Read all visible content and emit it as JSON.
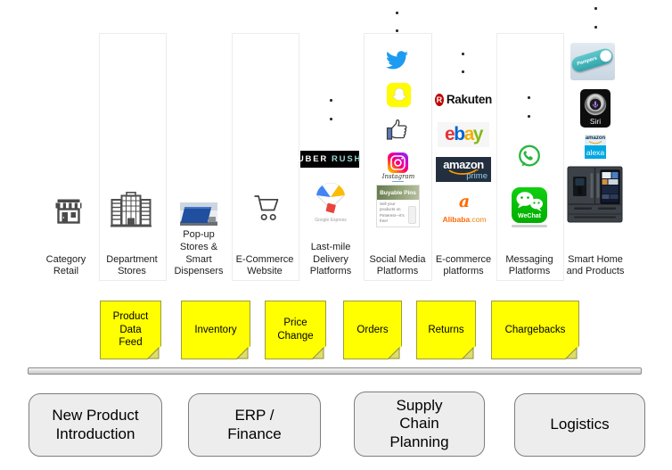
{
  "columns": [
    {
      "label": "Category\nRetail",
      "icon": "storefront-icon"
    },
    {
      "label": "Department\nStores",
      "icon": "department-store-icon"
    },
    {
      "label": "Pop-up\nStores &\nSmart\nDispensers",
      "icon": "popup-store-photo"
    },
    {
      "label": "E-Commerce\nWebsite",
      "icon": "shopping-cart-icon"
    },
    {
      "label": "Last-mile\nDelivery\nPlatforms",
      "icons": [
        "uber-rush-logo",
        "google-express-logo"
      ]
    },
    {
      "label": "Social Media\nPlatforms",
      "icons": [
        "twitter-icon",
        "snapchat-icon",
        "facebook-like-icon",
        "instagram-icon",
        "pinterest-buyable-pins-card"
      ]
    },
    {
      "label": "E-commerce\nplatforms",
      "icons": [
        "rakuten-logo",
        "ebay-logo",
        "amazon-prime-logo",
        "alibaba-logo"
      ]
    },
    {
      "label": "Messaging\nPlatforms",
      "icons": [
        "whatsapp-icon",
        "wechat-icon"
      ]
    },
    {
      "label": "Smart Home\nand Products",
      "icons": [
        "amazon-dash-button",
        "siri-icon",
        "amazon-alexa-logo",
        "samsung-family-hub-fridge"
      ]
    }
  ],
  "logos": {
    "uber": "UBER",
    "rush": "RUSH",
    "google_express": "Google Express",
    "instagram": "Instagram",
    "buyable_title": "Buyable Pins",
    "buyable_body": "Sell your\nproducts on\nPinterest—it's\nfree!",
    "rakuten_r": "R",
    "rakuten": "Rakuten",
    "ebay": [
      "e",
      "b",
      "a",
      "y"
    ],
    "amazon": "amazon",
    "prime": "prime",
    "alibaba_mark": "a",
    "alibaba": "Alibaba",
    "alibaba_tld": ".com",
    "wechat": "WeChat",
    "pampers": "Pampers",
    "siri": "Siri",
    "alexa_amazon": "amazon",
    "alexa": "alexa"
  },
  "stickies": [
    {
      "label": "Product\nData\nFeed"
    },
    {
      "label": "Inventory"
    },
    {
      "label": "Price\nChange"
    },
    {
      "label": "Orders"
    },
    {
      "label": "Returns"
    },
    {
      "label": "Chargebacks"
    }
  ],
  "process_boxes": [
    {
      "label": "New Product\nIntroduction"
    },
    {
      "label": "ERP /\nFinance"
    },
    {
      "label": "Supply\nChain\nPlanning"
    },
    {
      "label": "Logistics"
    }
  ],
  "colors": {
    "sticky_yellow": "#FFFF00",
    "twitter_blue": "#1D9BF0",
    "snapchat_yellow": "#FFFB00",
    "whatsapp_green": "#2AB540",
    "wechat_green": "#00AE00",
    "rakuten_red": "#BF0000",
    "amazon_navy": "#232F3E",
    "amazon_orange": "#FF9900",
    "alexa_blue": "#00A8E1",
    "alibaba_orange": "#FF6A00",
    "uber_rush_teal": "#9BD7D1",
    "process_box_gray": "#EDEDED"
  }
}
